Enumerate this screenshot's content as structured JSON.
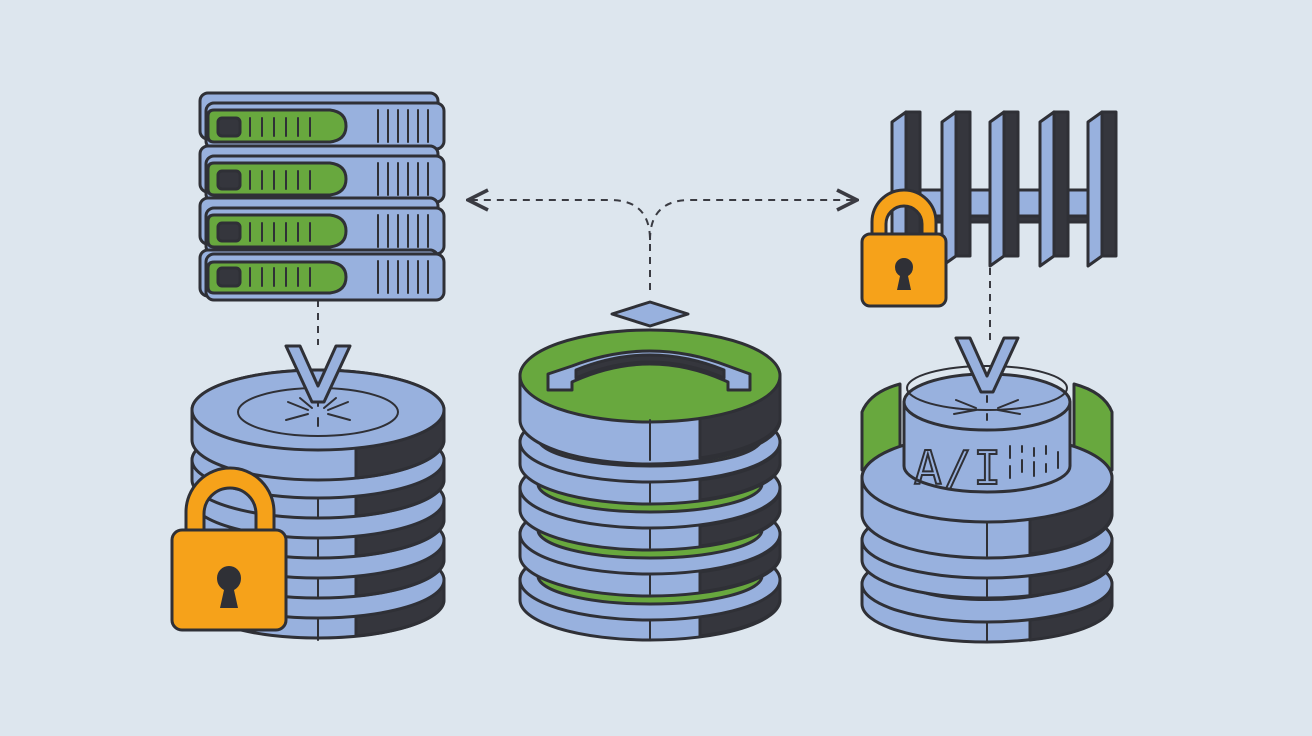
{
  "scene": {
    "background": "#dde6ee",
    "colors": {
      "disk_blue": "#98b1de",
      "disk_shadow": "#35363d",
      "accent_green": "#68a83e",
      "lock_orange": "#f6a21a",
      "outline": "#2f3036"
    },
    "engraved_text": "A/I"
  },
  "nodes": [
    {
      "id": "server-rack",
      "icon": "rack-server-icon",
      "units": 4
    },
    {
      "id": "database-left",
      "icon": "database-icon",
      "locked": true
    },
    {
      "id": "database-center",
      "icon": "database-icon",
      "accent": "green-rings"
    },
    {
      "id": "firewall",
      "icon": "firewall-icon",
      "locked": true
    },
    {
      "id": "database-right",
      "icon": "database-icon",
      "engraved": true
    }
  ],
  "connections": [
    {
      "from": "database-center",
      "to": "server-rack",
      "style": "dashed-arrow"
    },
    {
      "from": "database-center",
      "to": "firewall",
      "style": "dashed-arrow"
    },
    {
      "from": "server-rack",
      "to": "database-left",
      "style": "dashed"
    },
    {
      "from": "firewall",
      "to": "database-right",
      "style": "dashed"
    }
  ]
}
